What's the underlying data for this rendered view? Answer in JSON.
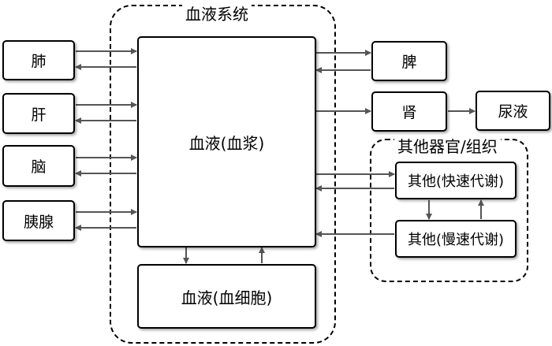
{
  "blood_system": {
    "title": "血液系统"
  },
  "other_organs": {
    "title": "其他器官/组织"
  },
  "nodes": {
    "lung": "肺",
    "liver": "肝",
    "brain": "脑",
    "pancreas": "胰腺",
    "plasma": "血液(血浆)",
    "blood_cells": "血液(血细胞)",
    "spleen": "脾",
    "kidney": "肾",
    "urine": "尿液",
    "fast_metabolism": "其他(快速代谢)",
    "slow_metabolism": "其他(慢速代谢)"
  }
}
